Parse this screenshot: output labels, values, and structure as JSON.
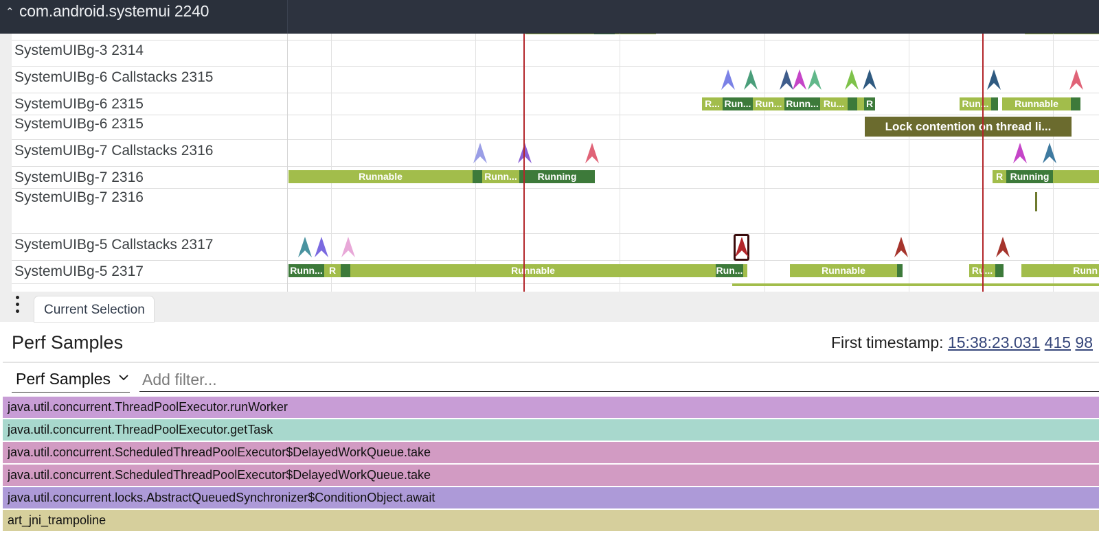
{
  "header": {
    "title": "com.android.systemui 2240"
  },
  "tracks": [
    {
      "label": "SystemUIBg-3 2314"
    },
    {
      "label": "SystemUIBg-6 Callstacks 2315"
    },
    {
      "label": "SystemUIBg-6 2315"
    },
    {
      "label": "SystemUIBg-6 2315"
    },
    {
      "label": "SystemUIBg-7 Callstacks 2316"
    },
    {
      "label": "SystemUIBg-7 2316"
    },
    {
      "label": "SystemUIBg-7 2316"
    },
    {
      "label": "SystemUIBg-5 Callstacks 2317"
    },
    {
      "label": "SystemUIBg-5 2317"
    }
  ],
  "slices": {
    "t2315": [
      "R...",
      "Run...",
      "Run...",
      "Runn...",
      "Ru...",
      "R",
      "Run...",
      "Runnable"
    ],
    "t2316": [
      "Runnable",
      "Runn...",
      "Running",
      "R",
      "Running"
    ],
    "t2317": [
      "Runn...",
      "R",
      "Runnable",
      "Run...",
      "Runnable",
      "Ru...",
      "Runn"
    ]
  },
  "lock_slice": "Lock contention on thread li...",
  "colors": {
    "runnable": "#a2bd4b",
    "running": "#3d7a3a",
    "lock": "#6b6b2e",
    "marker_highlight": "#b3262b"
  },
  "panel": {
    "tab_label": "Current Selection",
    "title": "Perf Samples",
    "first_timestamp_label": "First timestamp:",
    "timestamp_parts": [
      "15:38:23.031",
      "415",
      "98"
    ],
    "dropdown_label": "Perf Samples",
    "filter_placeholder": "Add filter...",
    "frames": [
      {
        "name": "java.util.concurrent.ThreadPoolExecutor.runWorker",
        "color": "#c89dd6"
      },
      {
        "name": "java.util.concurrent.ThreadPoolExecutor.getTask",
        "color": "#a8d8cd"
      },
      {
        "name": "java.util.concurrent.ScheduledThreadPoolExecutor$DelayedWorkQueue.take",
        "color": "#d29bc3"
      },
      {
        "name": "java.util.concurrent.ScheduledThreadPoolExecutor$DelayedWorkQueue.take",
        "color": "#d29bc3"
      },
      {
        "name": "java.util.concurrent.locks.AbstractQueuedSynchronizer$ConditionObject.await",
        "color": "#ad9ad8"
      },
      {
        "name": "art_jni_trampoline",
        "color": "#d6cf9c"
      }
    ]
  }
}
